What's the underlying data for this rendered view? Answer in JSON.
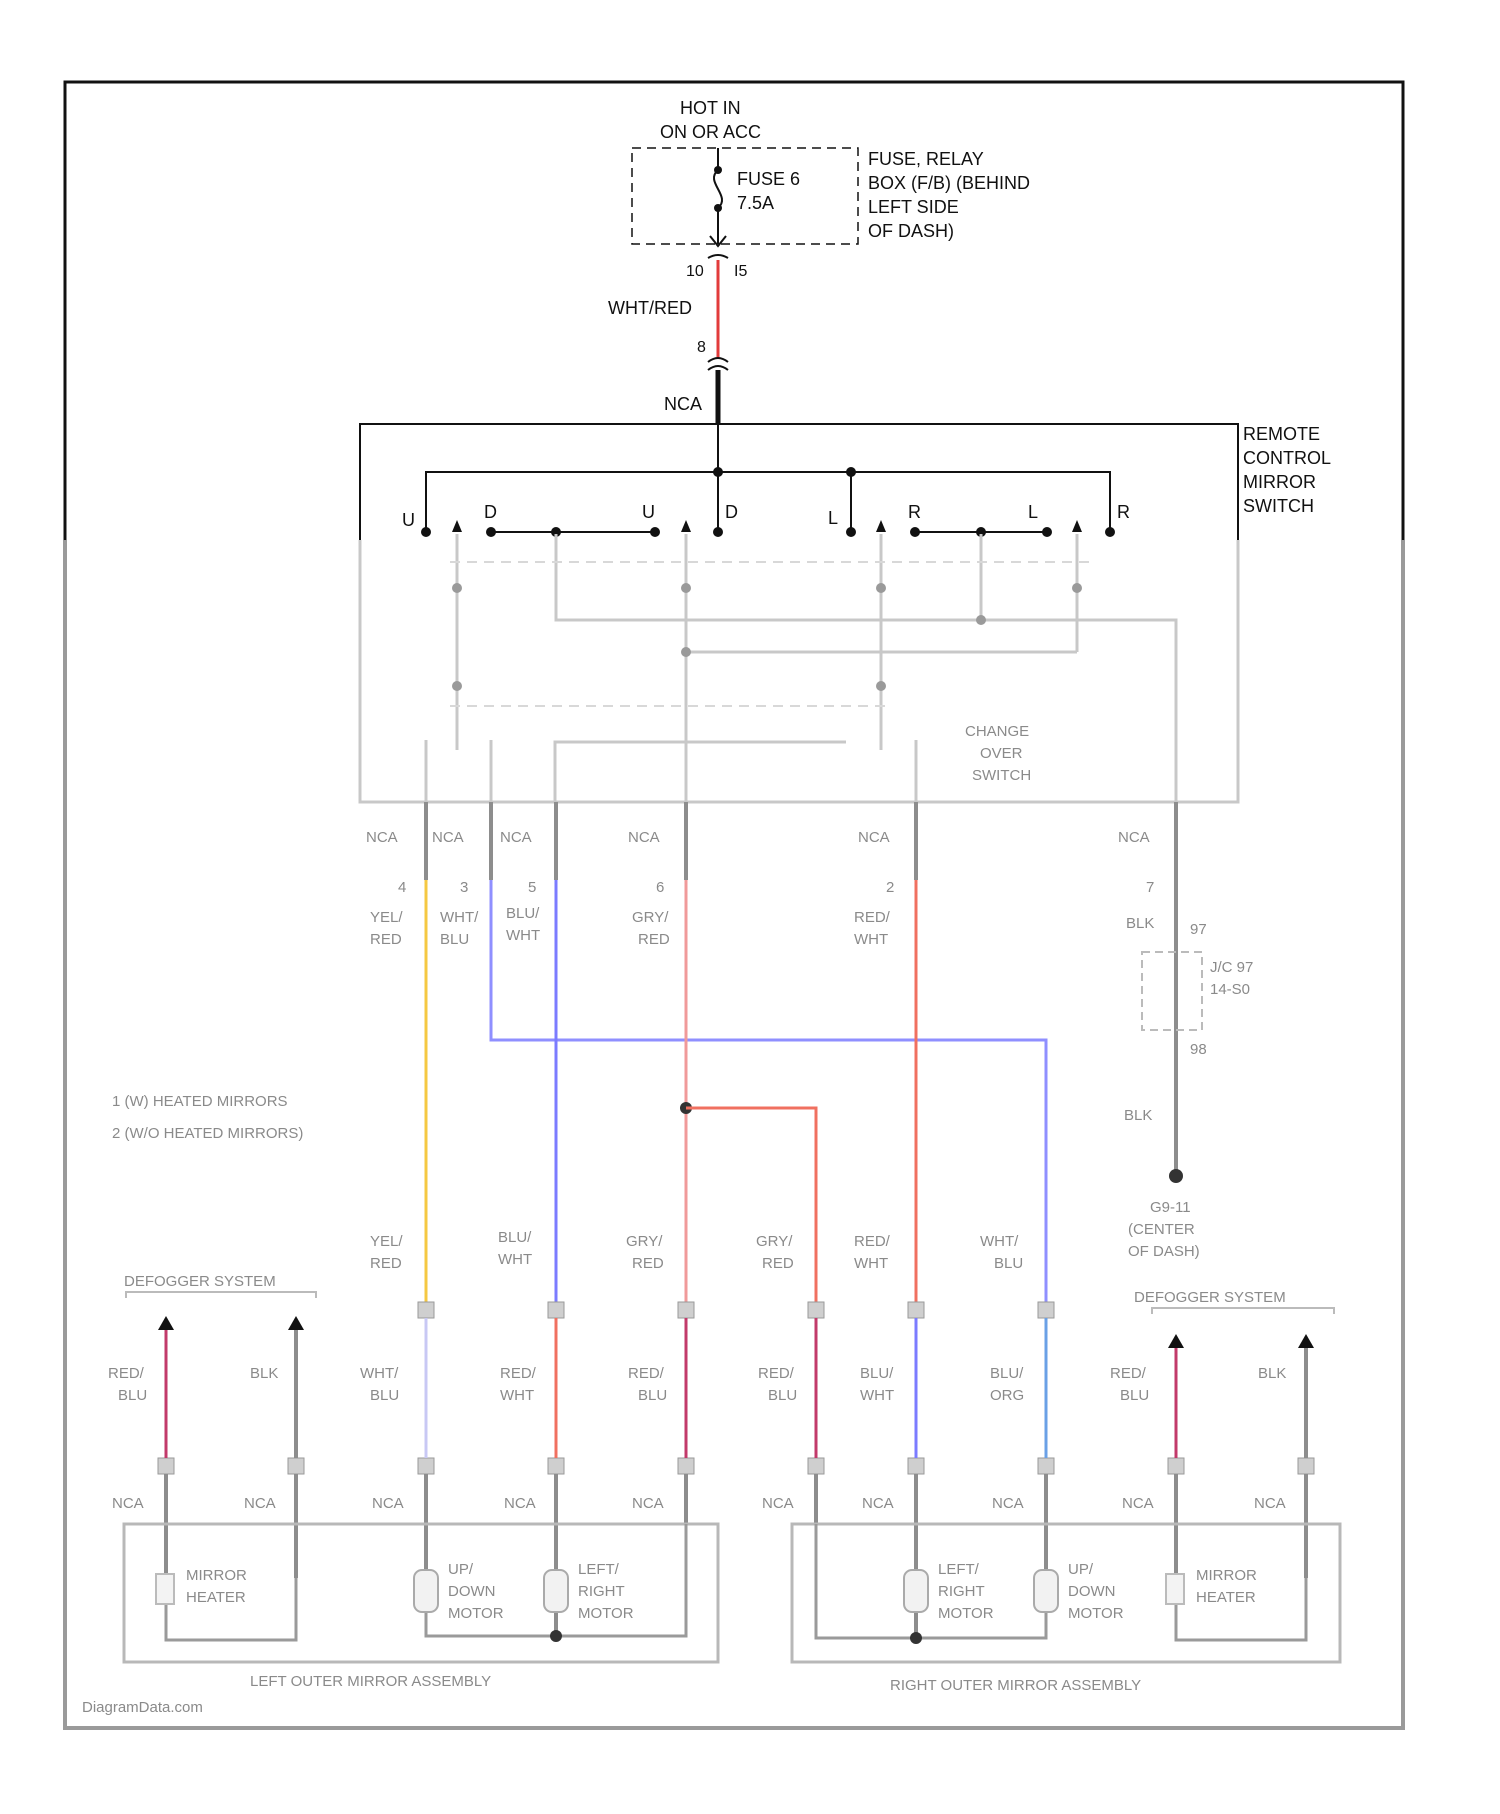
{
  "top": {
    "hot_in_1": "HOT IN",
    "hot_in_2": "ON OR ACC",
    "fuse_name": "FUSE 6",
    "fuse_rating": "7.5A",
    "box_1": "FUSE, RELAY",
    "box_2": "BOX (F/B) (BEHIND",
    "box_3": "LEFT SIDE",
    "box_4": "OF DASH)",
    "pin_left": "10",
    "pin_right": "I5",
    "wire_color": "WHT/RED",
    "conn_pin": "8",
    "conn_label": "NCA"
  },
  "switch": {
    "title_1": "REMOTE",
    "title_2": "CONTROL",
    "title_3": "MIRROR",
    "title_4": "SWITCH",
    "contacts": [
      "U",
      "D",
      "U",
      "D",
      "L",
      "R",
      "L",
      "R"
    ],
    "changeover": [
      "CHANGE",
      "OVER",
      "SWITCH"
    ]
  },
  "harness": {
    "nca_labels": [
      "NCA",
      "NCA",
      "NCA",
      "NCA",
      "NCA",
      "NCA",
      "NCA"
    ],
    "pins": [
      "4",
      "3",
      "5",
      "6",
      "2",
      "7"
    ],
    "upper_colors": [
      [
        "YEL/",
        "RED"
      ],
      [
        "WHT/",
        "BLU"
      ],
      [
        "BLU/",
        "WHT"
      ],
      [
        "GRY/",
        "RED"
      ],
      [
        "RED/",
        "WHT"
      ],
      [
        "BLK",
        ""
      ]
    ],
    "junction_label": [
      "J/C 97",
      "14-S0"
    ],
    "junction_pins": [
      "97",
      "98"
    ],
    "blk_lower": "BLK",
    "ground": [
      "G9-11",
      "(CENTER",
      "OF DASH)"
    ]
  },
  "notes": {
    "note_1": "1   (W) HEATED MIRRORS",
    "note_2": "2   (W/O HEATED MIRRORS)"
  },
  "lower": {
    "mid_colors": [
      [
        "YEL/",
        "RED"
      ],
      [
        "BLU/",
        "WHT"
      ],
      [
        "GRY/",
        "RED"
      ],
      [
        "GRY/",
        "RED"
      ],
      [
        "RED/",
        "WHT"
      ],
      [
        "WHT/",
        "BLU"
      ]
    ],
    "defogger_left": "DEFOGGER SYSTEM",
    "defogger_right": "DEFOGGER SYSTEM",
    "bottom_colors": [
      [
        "RED/",
        "BLU"
      ],
      [
        "BLK",
        ""
      ],
      [
        "WHT/",
        "BLU"
      ],
      [
        "RED/",
        "WHT"
      ],
      [
        "RED/",
        "BLU"
      ],
      [
        "RED/",
        "BLU"
      ],
      [
        "BLU/",
        "WHT"
      ],
      [
        "BLU/",
        "ORG"
      ],
      [
        "RED/",
        "BLU"
      ],
      [
        "BLK",
        ""
      ]
    ],
    "bottom_nca": [
      "NCA",
      "NCA",
      "NCA",
      "NCA",
      "NCA",
      "NCA",
      "NCA",
      "NCA",
      "NCA",
      "NCA"
    ],
    "left_components": [
      [
        "MIRROR",
        "HEATER"
      ],
      [
        "UP/",
        "DOWN",
        "MOTOR"
      ],
      [
        "LEFT/",
        "RIGHT",
        "MOTOR"
      ]
    ],
    "right_components": [
      [
        "LEFT/",
        "RIGHT",
        "MOTOR"
      ],
      [
        "UP/",
        "DOWN",
        "MOTOR"
      ],
      [
        "MIRROR",
        "HEATER"
      ]
    ],
    "left_assembly": "LEFT OUTER MIRROR ASSEMBLY",
    "right_assembly": "RIGHT OUTER MIRROR ASSEMBLY",
    "watermark": "DiagramData.com"
  },
  "colors": {
    "wht_red": "#e23b3b",
    "yellow": "#f5c842",
    "blue": "#7b7bff",
    "red": "#f07060",
    "pink": "#c23a6a",
    "light_blue": "#6aa0e6",
    "gray": "#8d8d8d"
  }
}
